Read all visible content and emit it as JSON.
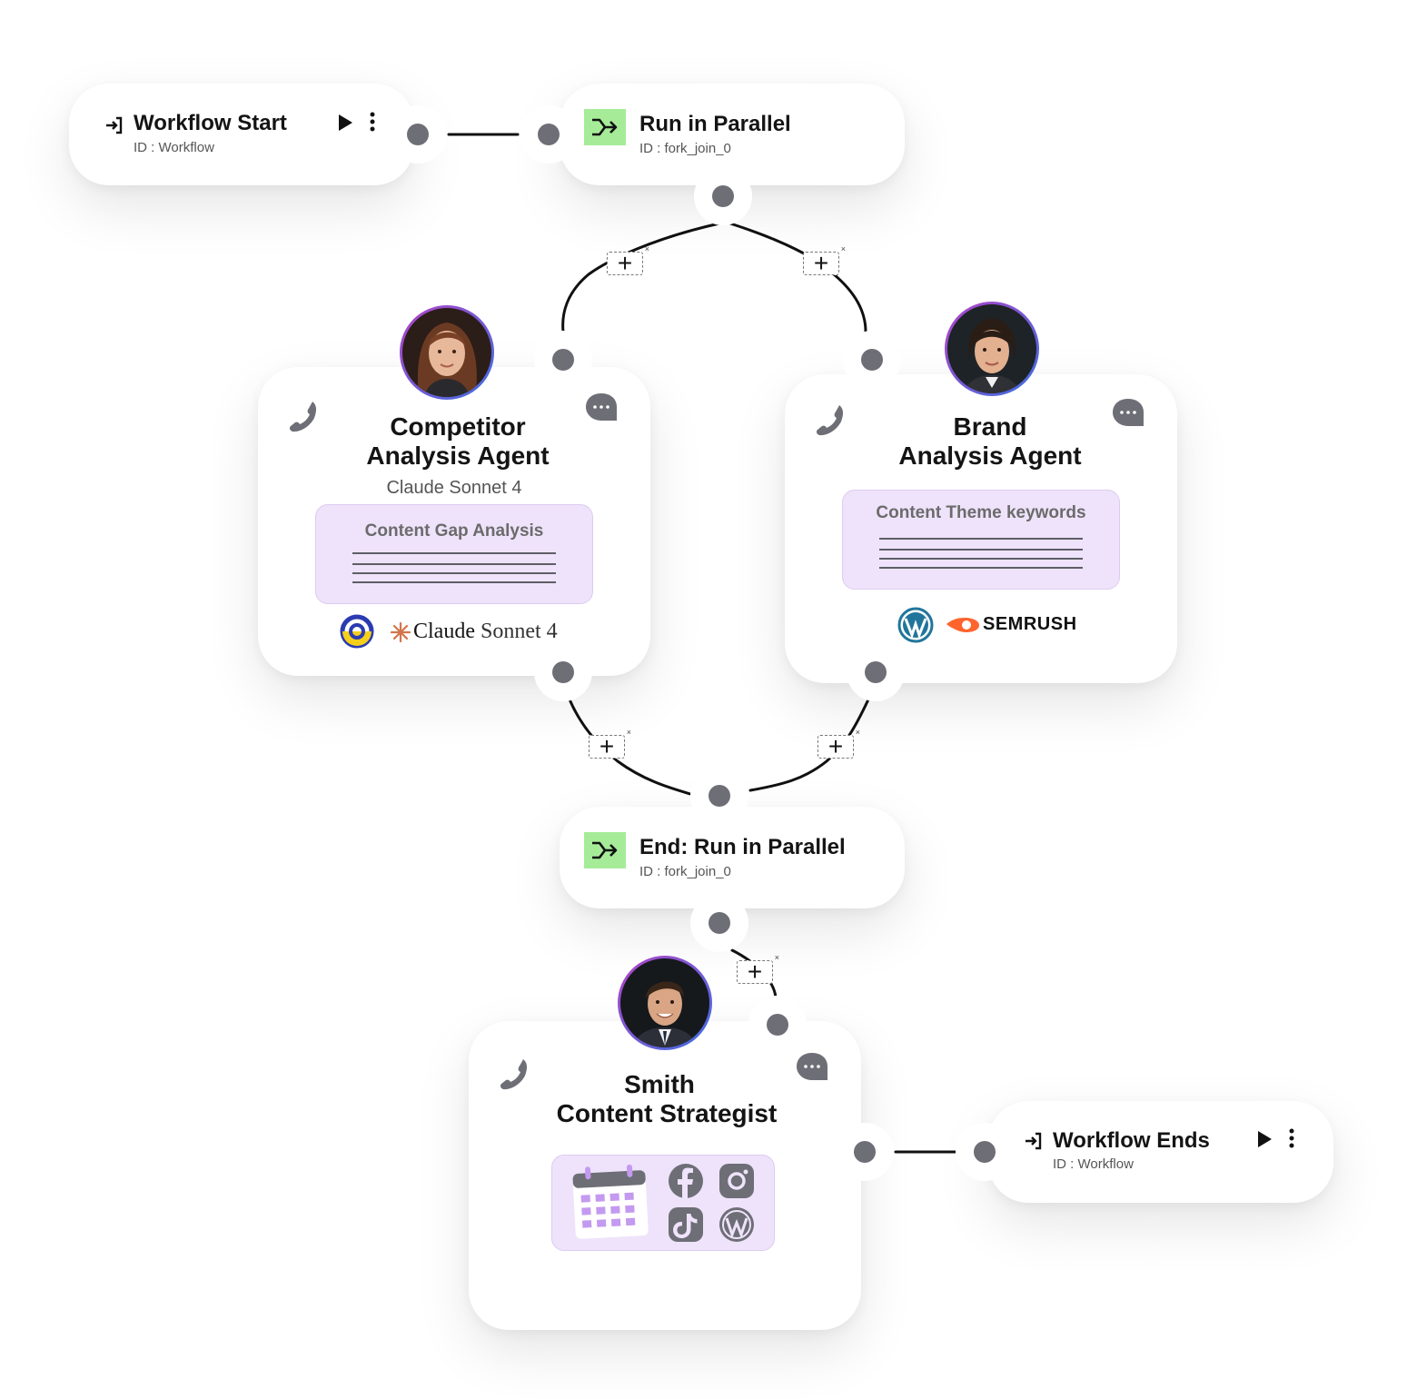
{
  "workflow_start": {
    "title": "Workflow Start",
    "id": "ID : Workflow"
  },
  "run_parallel": {
    "title": "Run in Parallel",
    "id": "ID : fork_join_0"
  },
  "competitor_agent": {
    "title_line1": "Competitor",
    "title_line2": "Analysis Agent",
    "model": "Claude Sonnet 4",
    "task": "Content Gap Analysis",
    "logo_brand": "Claude",
    "logo_model": "Sonnet 4"
  },
  "brand_agent": {
    "title_line1": "Brand",
    "title_line2": "Analysis Agent",
    "task": "Content Theme keywords",
    "logo_semrush": "SEMRUSH"
  },
  "end_parallel": {
    "title": "End: Run in Parallel",
    "id": "ID : fork_join_0"
  },
  "smith_agent": {
    "title_line1": "Smith",
    "title_line2": "Content Strategist"
  },
  "workflow_ends": {
    "title": "Workflow Ends",
    "id": "ID : Workflow"
  },
  "add_step_glyph": "+",
  "remove_glyph": "×",
  "colors": {
    "fork_badge": "#a6ec98",
    "task_background": "#efe3fb",
    "port": "#6e6e76",
    "semrush_orange": "#ff642d",
    "wordpress_blue": "#21759b",
    "avatar_ring": "#b443c8"
  },
  "icons": [
    "enter-icon",
    "play-icon",
    "more-vertical-icon",
    "fork-join-icon",
    "phone-icon",
    "chat-bubble-icon",
    "calendar-icon",
    "facebook-icon",
    "instagram-icon",
    "tiktok-icon",
    "wordpress-icon",
    "semrush-icon",
    "claude-icon",
    "quality-logo-icon"
  ]
}
